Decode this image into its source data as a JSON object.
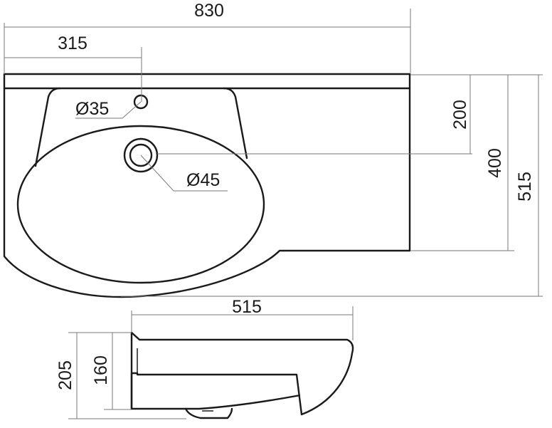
{
  "dimensions": {
    "total_width": "830",
    "tap_hole_offset": "315",
    "tap_hole_diameter": "Ø35",
    "drain_diameter": "Ø45",
    "drain_distance": "200",
    "bowl_depth_right": "400",
    "total_depth": "515",
    "side_view_width": "515",
    "side_total_height": "205",
    "side_bowl_height": "160"
  }
}
